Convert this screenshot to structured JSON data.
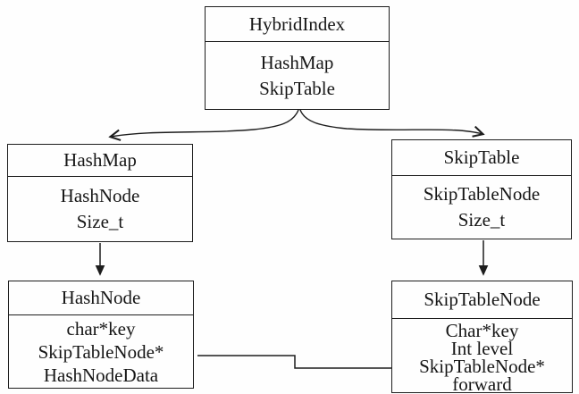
{
  "diagram": {
    "background_color": "#fefefe",
    "line_color": "#1d1d1d",
    "text_color": "#161616",
    "nodes": {
      "hybrid_index": {
        "title": "HybridIndex",
        "fields": [
          "HashMap",
          "SkipTable"
        ]
      },
      "hash_map": {
        "title": "HashMap",
        "fields": [
          "HashNode",
          "Size_t"
        ]
      },
      "skip_table": {
        "title": "SkipTable",
        "fields": [
          "SkipTableNode",
          "Size_t"
        ]
      },
      "hash_node": {
        "title": "HashNode",
        "fields": [
          "char*key",
          "SkipTableNode*",
          "HashNodeData"
        ]
      },
      "skip_table_node": {
        "title": "SkipTableNode",
        "fields": [
          "Char*key",
          "Int level",
          "SkipTableNode*",
          "forward"
        ]
      }
    },
    "edges": [
      {
        "name": "hybridindex-to-hashmap",
        "style": "curved",
        "arrowhead": "barb"
      },
      {
        "name": "hybridindex-to-skiptable",
        "style": "curved",
        "arrowhead": "barb"
      },
      {
        "name": "hashmap-to-hashnode",
        "style": "straight",
        "arrowhead": "triangle"
      },
      {
        "name": "skiptable-to-skiptablenode",
        "style": "straight",
        "arrowhead": "triangle"
      },
      {
        "name": "hashnode-to-skiptablenode-forward",
        "style": "elbow",
        "arrowhead": "triangle"
      }
    ]
  }
}
